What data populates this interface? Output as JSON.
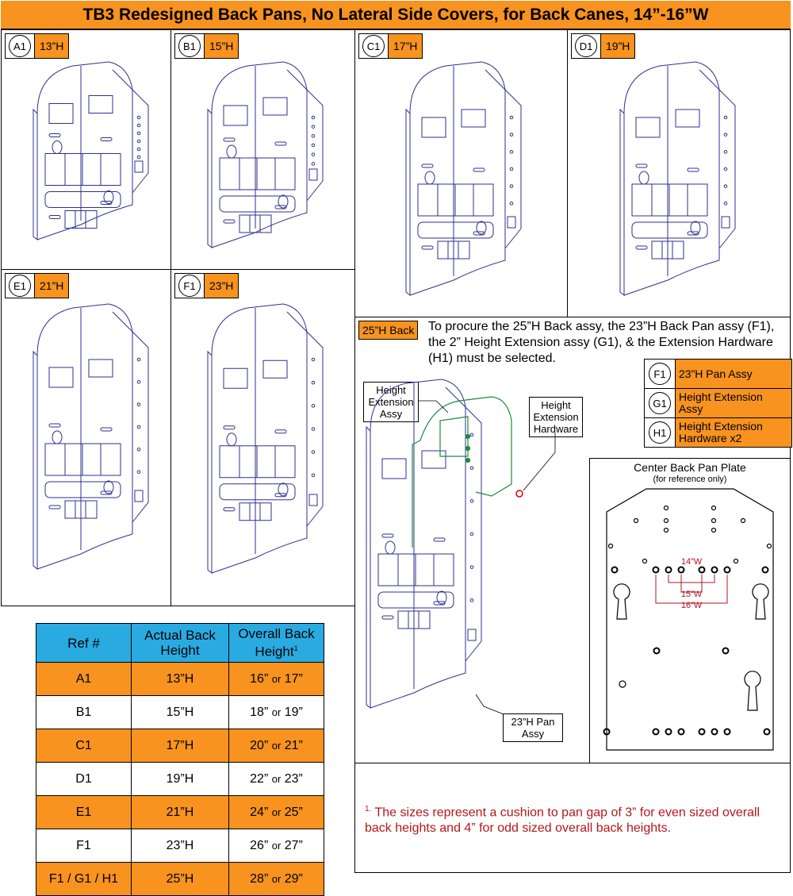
{
  "title": "TB3 Redesigned Back Pans, No Lateral Side Covers, for Back Canes, 14”-16”W",
  "panels": [
    {
      "ref": "A1",
      "height": "13”H"
    },
    {
      "ref": "B1",
      "height": "15”H"
    },
    {
      "ref": "C1",
      "height": "17”H"
    },
    {
      "ref": "D1",
      "height": "19”H"
    },
    {
      "ref": "E1",
      "height": "21”H"
    },
    {
      "ref": "F1",
      "height": "23”H"
    }
  ],
  "back25": {
    "label": "25”H Back",
    "text": "To procure the 25”H Back assy, the 23”H Back Pan assy (F1), the 2” Height Extension assy (G1), & the Extension Hardware (H1) must be selected.",
    "parts": [
      {
        "ref": "F1",
        "desc": "23”H Pan Assy"
      },
      {
        "ref": "G1",
        "desc": "Height Extension Assy"
      },
      {
        "ref": "H1",
        "desc": "Height Extension Hardware x2"
      }
    ],
    "callouts": {
      "ext_assy": "Height Extension Assy",
      "ext_hw": "Height Extension Hardware",
      "pan_assy": "23”H Pan Assy"
    }
  },
  "plate": {
    "title": "Center Back Pan Plate",
    "subtitle": "(for reference only)",
    "widths": [
      "14”W",
      "15”W",
      "16”W"
    ]
  },
  "table": {
    "headers": [
      "Ref #",
      "Actual Back Height",
      "Overall Back Height"
    ],
    "footnote_mark": "1",
    "rows": [
      {
        "ref": "A1",
        "actual": "13”H",
        "a": "16”",
        "or": "or",
        "b": "17”"
      },
      {
        "ref": "B1",
        "actual": "15”H",
        "a": "18”",
        "or": "or",
        "b": "19”"
      },
      {
        "ref": "C1",
        "actual": "17”H",
        "a": "20”",
        "or": "or",
        "b": "21”"
      },
      {
        "ref": "D1",
        "actual": "19”H",
        "a": "22”",
        "or": "or",
        "b": "23”"
      },
      {
        "ref": "E1",
        "actual": "21”H",
        "a": "24”",
        "or": "or",
        "b": "25”"
      },
      {
        "ref": "F1",
        "actual": "23”H",
        "a": "26”",
        "or": "or",
        "b": "27”"
      },
      {
        "ref": "F1 / G1 / H1",
        "actual": "25”H",
        "a": "28”",
        "or": "or",
        "b": "29”"
      }
    ]
  },
  "footnote": {
    "mark": "1.",
    "text": "The sizes represent a cushion to pan gap of 3” for even sized overall back heights and 4” for odd sized overall back heights."
  },
  "colors": {
    "orange": "#f7931e",
    "blue": "#29abe2",
    "line": "#2e3192",
    "green": "#1f8a3b",
    "red": "#b5161b"
  }
}
